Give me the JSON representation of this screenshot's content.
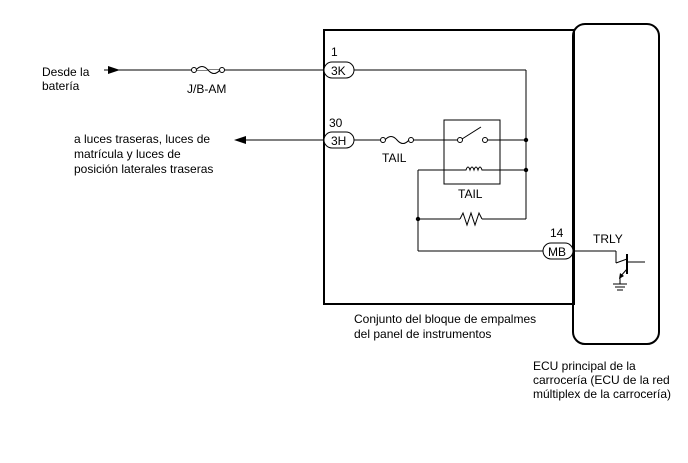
{
  "diagram": {
    "source_label_1": "Desde la",
    "source_label_2": "batería",
    "fuse_am_label": "J/B-AM",
    "fuse_tail_label": "TAIL",
    "relay_label": "TAIL",
    "output_label_1": "a luces traseras, luces de",
    "output_label_2": "matrícula y luces de",
    "output_label_3": "posición laterales traseras",
    "pins": {
      "pin1_number": "1",
      "pin1_code": "3K",
      "pin30_number": "30",
      "pin30_code": "3H",
      "pin14_number": "14",
      "pin14_code": "MB"
    },
    "signal_label": "TRLY",
    "junction_block_label_1": "Conjunto del bloque de empalmes",
    "junction_block_label_2": "del panel de instrumentos",
    "ecu_label_1": "ECU principal de la",
    "ecu_label_2": "carrocería (ECU de la red",
    "ecu_label_3": "múltiplex de la carrocería)"
  }
}
